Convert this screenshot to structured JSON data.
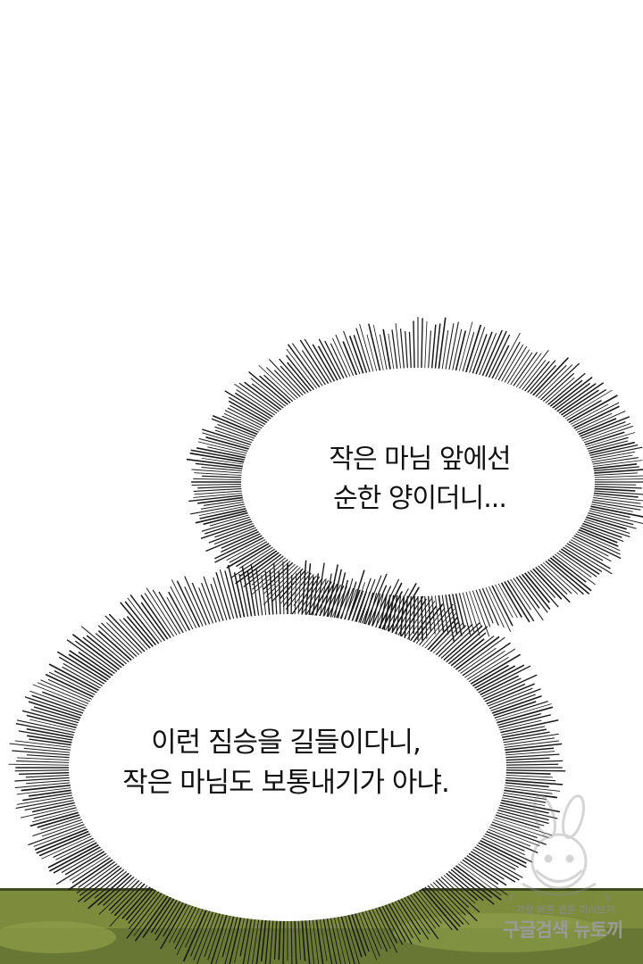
{
  "panel": {
    "background_color": "#ffffff",
    "ground_color": "#7a8a3a",
    "ground_dark_color": "#3f4a1f"
  },
  "bubbles": [
    {
      "id": "top",
      "lines": [
        "작은 마님 앞에선",
        "순한 양이더니..."
      ]
    },
    {
      "id": "bottom",
      "lines": [
        "이런 짐승을 길들이다니,",
        "작은 마님도 보통내기가 아냐."
      ]
    }
  ],
  "watermark": {
    "line1": "가장 빠른 웹툰 미리보기",
    "line2": "구글검색 뉴토끼",
    "mascot": "bunny-girl-mascot-icon"
  }
}
